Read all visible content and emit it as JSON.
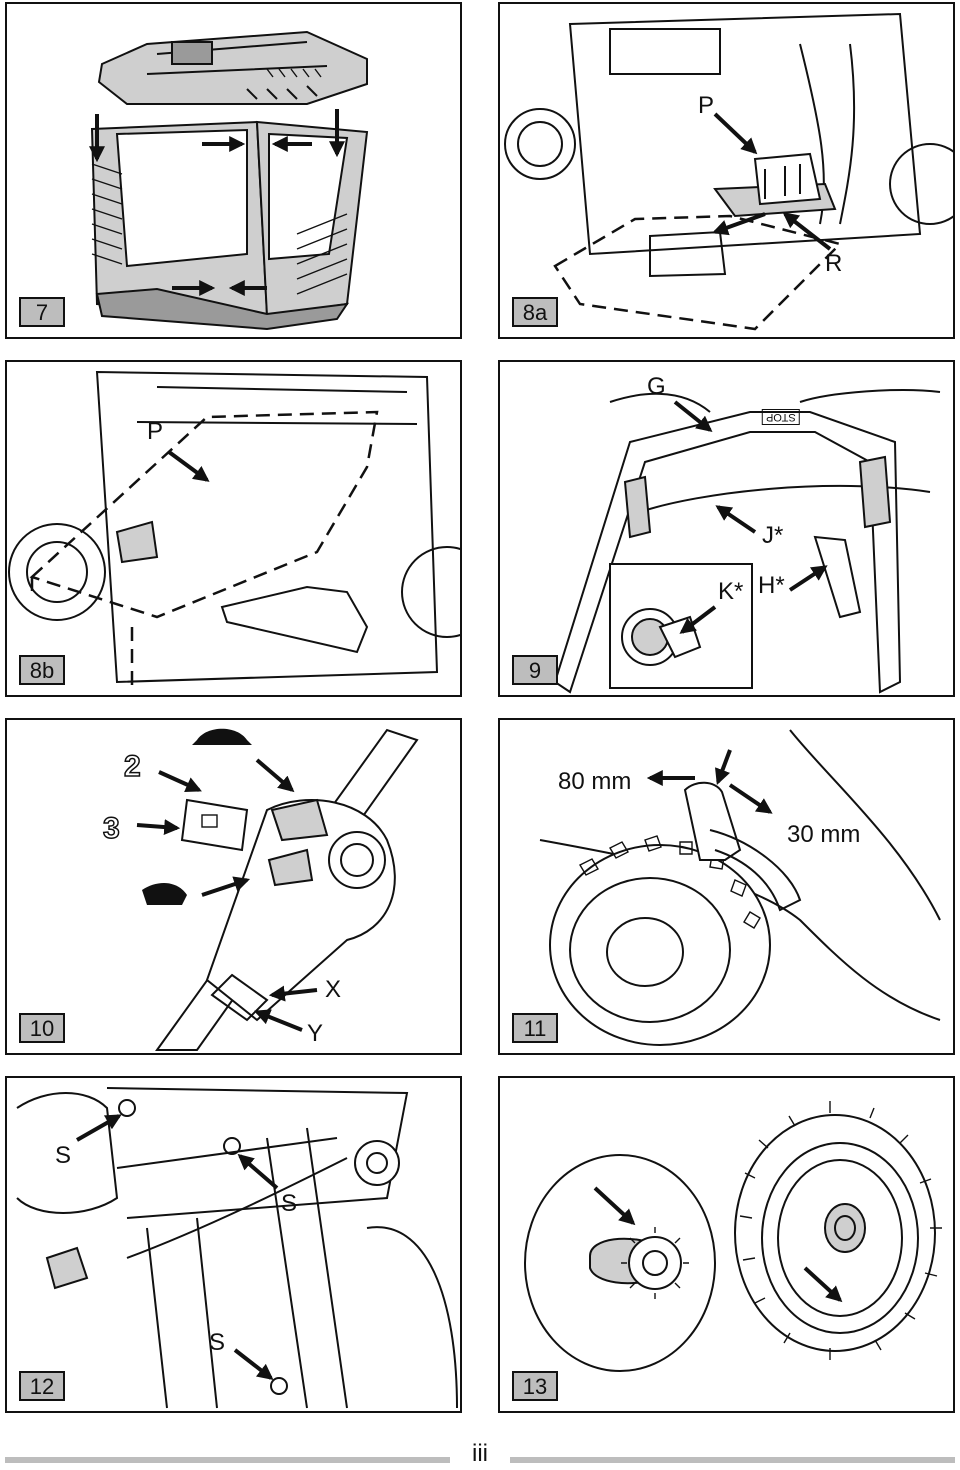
{
  "figures": {
    "f7": {
      "number": "7"
    },
    "f8a": {
      "number": "8a",
      "labels": {
        "P": "P",
        "R": "R"
      }
    },
    "f8b": {
      "number": "8b",
      "labels": {
        "P": "P"
      }
    },
    "f9": {
      "number": "9",
      "labels": {
        "G": "G",
        "J": "J*",
        "K": "K*",
        "H": "H*",
        "stop": "STOP"
      }
    },
    "f10": {
      "number": "10",
      "labels": {
        "two": "2",
        "three": "3",
        "X": "X",
        "Y": "Y"
      }
    },
    "f11": {
      "number": "11",
      "labels": {
        "h80": "80 mm",
        "h30": "30 mm"
      }
    },
    "f12": {
      "number": "12",
      "labels": {
        "S1": "S",
        "S2": "S",
        "S3": "S"
      }
    },
    "f13": {
      "number": "13"
    }
  },
  "page": {
    "number": "iii"
  }
}
